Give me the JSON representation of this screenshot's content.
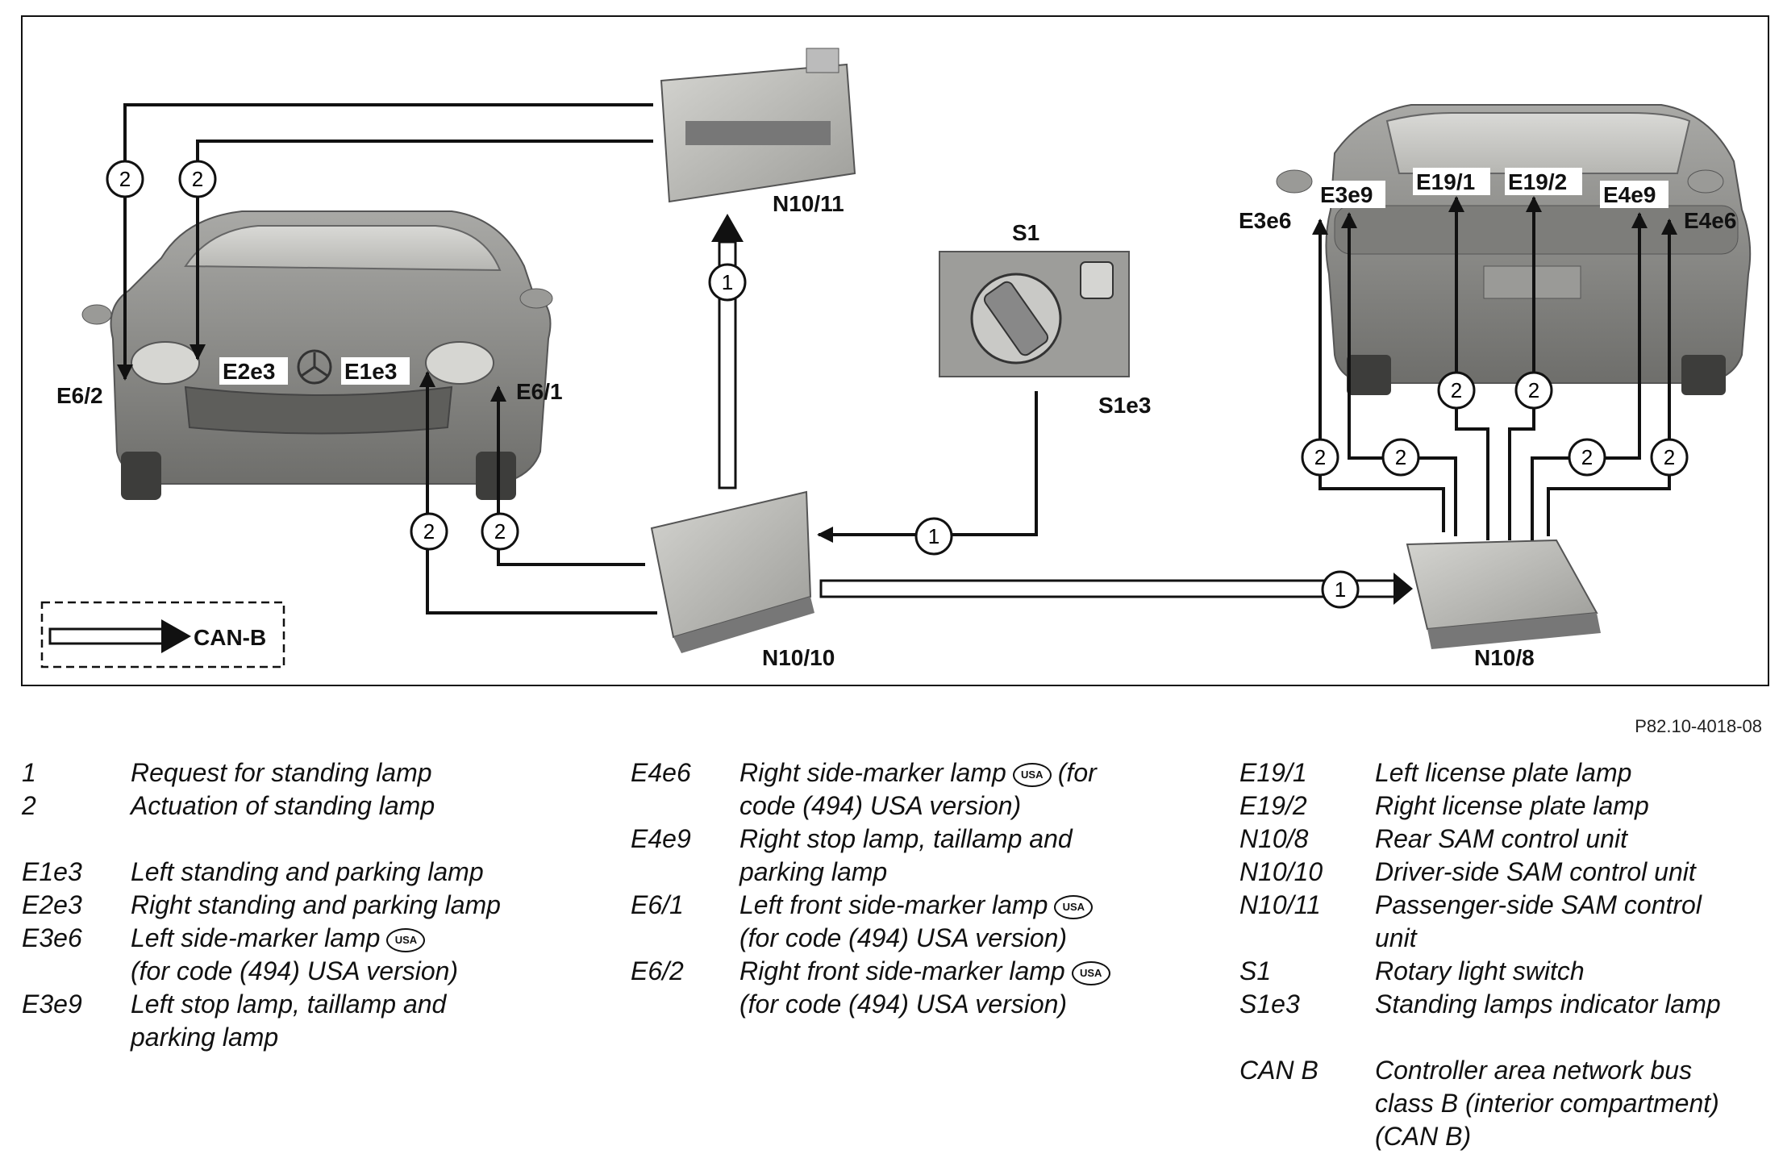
{
  "diagram": {
    "labels": {
      "n10_11": "N10/11",
      "n10_10": "N10/10",
      "n10_8": "N10/8",
      "s1": "S1",
      "s1e3": "S1e3",
      "e6_2": "E6/2",
      "e6_1": "E6/1",
      "e2e3": "E2e3",
      "e1e3": "E1e3",
      "e3e6": "E3e6",
      "e3e9": "E3e9",
      "e19_1": "E19/1",
      "e19_2": "E19/2",
      "e4e9": "E4e9",
      "e4e6": "E4e6",
      "canb": "CAN-B"
    },
    "num1": "1",
    "num2": "2",
    "reference": "P82.10-4018-08"
  },
  "legend": {
    "usa_badge": "USA",
    "col1": [
      {
        "key": "1",
        "text": "Request for standing lamp"
      },
      {
        "key": "2",
        "text": "Actuation of standing lamp"
      },
      {
        "key": "E1e3",
        "text": "Left standing and parking lamp"
      },
      {
        "key": "E2e3",
        "text": "Right standing and parking lamp"
      },
      {
        "key": "E3e6",
        "text1": "Left side-marker lamp",
        "text2": "(for code (494) USA version)"
      },
      {
        "key": "E3e9",
        "text1": "Left stop lamp, taillamp and",
        "text2": "parking lamp"
      }
    ],
    "col2": [
      {
        "key": "E4e6",
        "text1": "Right side-marker lamp",
        "text1b": "(for",
        "text2": "code (494) USA version)"
      },
      {
        "key": "E4e9",
        "text1": "Right stop lamp, taillamp and",
        "text2": "parking lamp"
      },
      {
        "key": "E6/1",
        "text1": "Left front side-marker lamp",
        "text2": "(for code (494) USA version)"
      },
      {
        "key": "E6/2",
        "text1": "Right front side-marker lamp",
        "text2": "(for code (494) USA version)"
      }
    ],
    "col3": [
      {
        "key": "E19/1",
        "text": "Left license plate lamp"
      },
      {
        "key": "E19/2",
        "text": "Right license plate lamp"
      },
      {
        "key": "N10/8",
        "text": "Rear SAM control unit"
      },
      {
        "key": "N10/10",
        "text": "Driver-side SAM control unit"
      },
      {
        "key": "N10/11",
        "text1": "Passenger-side SAM control",
        "text2": "unit"
      },
      {
        "key": "S1",
        "text": "Rotary light switch"
      },
      {
        "key": "S1e3",
        "text": "Standing lamps indicator lamp"
      },
      {
        "key": "CAN B",
        "text1": "Controller area network bus",
        "text2": "class B (interior compartment)",
        "text3": "(CAN B)"
      }
    ]
  }
}
